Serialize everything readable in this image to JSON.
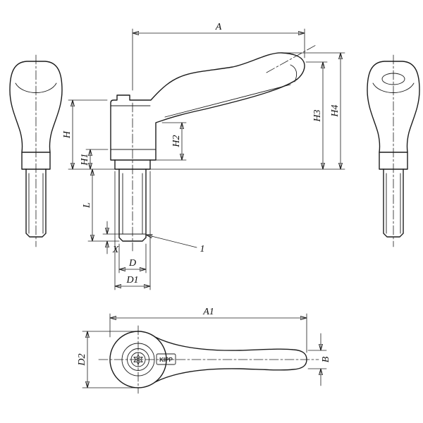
{
  "labels": {
    "A": "A",
    "H": "H",
    "H1": "H1",
    "H2": "H2",
    "H3": "H3",
    "H4": "H4",
    "L": "L",
    "X": "X",
    "D": "D",
    "D1": "D1",
    "A1": "A1",
    "D2": "D2",
    "B": "B",
    "callout_1": "1"
  },
  "brand": {
    "logo_text": "KIPP"
  },
  "colors": {
    "line": "#1c1c1c",
    "background": "#ffffff"
  }
}
